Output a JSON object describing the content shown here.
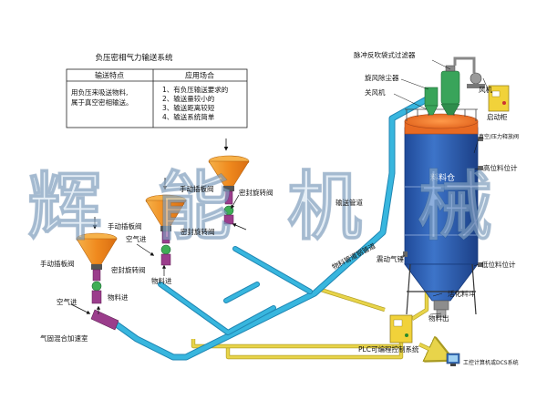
{
  "title": "负压密相气力输送系统",
  "table": {
    "col1_header": "输送特点",
    "col2_header": "应用场合",
    "col1_lines": [
      "用负压来吸送物料,",
      "属于真空密相输送。"
    ],
    "col2_lines": [
      "1、有负压输送要求的",
      "2、输送量较小的",
      "3、输送距离较短",
      "4、输送系统简单"
    ]
  },
  "watermark": [
    "辉",
    "能",
    "机",
    "械"
  ],
  "labels": {
    "filter": "脉冲反吹袋式过滤器",
    "cyclone": "旋风除尘器",
    "gate_top": "关风机",
    "fan": "风机",
    "cabinet": "启动柜",
    "vacuum_gauge": "真空/压力释放阀",
    "high_level": "高位料位计",
    "low_level": "低位料位计",
    "silo": "料料仓",
    "vibrator": "震动气锤",
    "activator": "活化料斗",
    "discharge": "物料出",
    "pipe_main": "输送管道",
    "pipe_slope": "物料管道钢管道",
    "plc": "PLC可编程控制系统",
    "dcs": "工控计算机或DCS系统",
    "h3_valve": "手动插板阀",
    "h3_rotary": "密封旋转阀",
    "h2_valve": "手动插板阀",
    "h2_rotary": "密封旋转阀",
    "h2_air": "空气进",
    "h2_mat": "物料进",
    "h1_valve": "手动插板阀",
    "h1_rotary": "密封旋转阀",
    "h1_air": "空气进",
    "h1_mat": "物料进",
    "accel": "气固混合加速室"
  },
  "colors": {
    "pipe": "#38b6de",
    "pipe_dark": "#1f86b3",
    "silo_body": "#2f62b5",
    "silo_top": "#f07a2a",
    "hopper": "#f29a2e",
    "signal": "#e8d44a",
    "valve": "#9b3d8c",
    "cyclone": "#39a45a"
  }
}
